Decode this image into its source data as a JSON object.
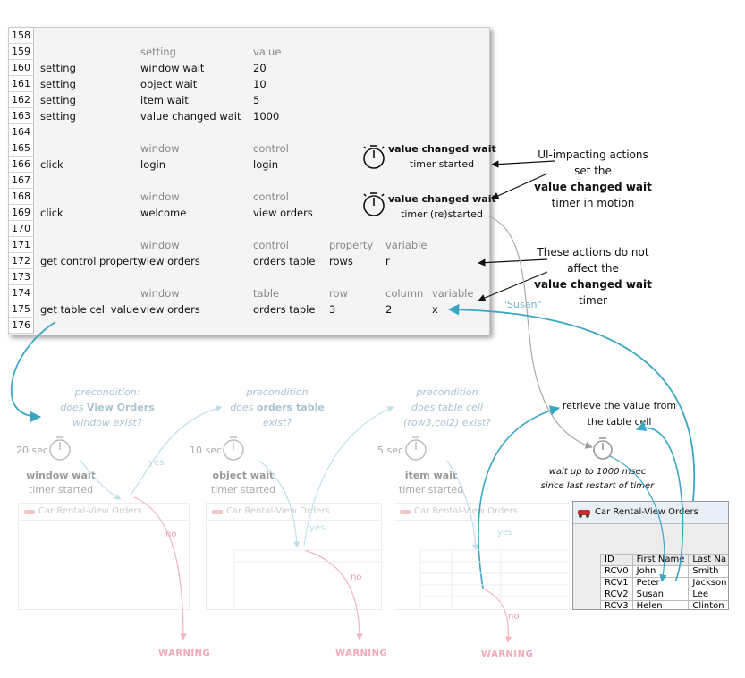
{
  "rows": [
    {
      "n": "158",
      "cells": []
    },
    {
      "n": "159",
      "cells": [
        {
          "c": "b",
          "t": "setting",
          "h": true
        },
        {
          "c": "c",
          "t": "value",
          "h": true
        }
      ]
    },
    {
      "n": "160",
      "cells": [
        {
          "c": "a",
          "t": "setting"
        },
        {
          "c": "b",
          "t": "window wait"
        },
        {
          "c": "c",
          "t": "20"
        }
      ]
    },
    {
      "n": "161",
      "cells": [
        {
          "c": "a",
          "t": "setting"
        },
        {
          "c": "b",
          "t": "object wait"
        },
        {
          "c": "c",
          "t": "10"
        }
      ]
    },
    {
      "n": "162",
      "cells": [
        {
          "c": "a",
          "t": "setting"
        },
        {
          "c": "b",
          "t": "item wait"
        },
        {
          "c": "c",
          "t": "5"
        }
      ]
    },
    {
      "n": "163",
      "cells": [
        {
          "c": "a",
          "t": "setting"
        },
        {
          "c": "b",
          "t": "value changed wait"
        },
        {
          "c": "c",
          "t": "1000"
        }
      ]
    },
    {
      "n": "164",
      "cells": []
    },
    {
      "n": "165",
      "cells": [
        {
          "c": "b",
          "t": "window",
          "h": true
        },
        {
          "c": "c",
          "t": "control",
          "h": true
        }
      ]
    },
    {
      "n": "166",
      "cells": [
        {
          "c": "a",
          "t": "click"
        },
        {
          "c": "b",
          "t": "login"
        },
        {
          "c": "c",
          "t": "login"
        }
      ]
    },
    {
      "n": "167",
      "cells": []
    },
    {
      "n": "168",
      "cells": [
        {
          "c": "b",
          "t": "window",
          "h": true
        },
        {
          "c": "c",
          "t": "control",
          "h": true
        }
      ]
    },
    {
      "n": "169",
      "cells": [
        {
          "c": "a",
          "t": "click"
        },
        {
          "c": "b",
          "t": "welcome"
        },
        {
          "c": "c",
          "t": "view orders"
        }
      ]
    },
    {
      "n": "170",
      "cells": []
    },
    {
      "n": "171",
      "cells": [
        {
          "c": "b",
          "t": "window",
          "h": true
        },
        {
          "c": "c",
          "t": "control",
          "h": true
        },
        {
          "c": "d",
          "t": "property",
          "h": true
        },
        {
          "c": "e",
          "t": "variable",
          "h": true
        }
      ]
    },
    {
      "n": "172",
      "cells": [
        {
          "c": "a",
          "t": "get control property"
        },
        {
          "c": "b",
          "t": "view orders"
        },
        {
          "c": "c",
          "t": "orders table"
        },
        {
          "c": "d",
          "t": "rows"
        },
        {
          "c": "e",
          "t": "r"
        }
      ]
    },
    {
      "n": "173",
      "cells": []
    },
    {
      "n": "174",
      "cells": [
        {
          "c": "b",
          "t": "window",
          "h": true
        },
        {
          "c": "c",
          "t": "table",
          "h": true
        },
        {
          "c": "d",
          "t": "row",
          "h": true
        },
        {
          "c": "e",
          "t": "column",
          "h": true
        },
        {
          "c": "f",
          "t": "variable",
          "h": true
        }
      ]
    },
    {
      "n": "175",
      "cells": [
        {
          "c": "a",
          "t": "get table cell value"
        },
        {
          "c": "b",
          "t": "view orders"
        },
        {
          "c": "c",
          "t": "orders table"
        },
        {
          "c": "d",
          "t": "3"
        },
        {
          "c": "e",
          "t": "2"
        },
        {
          "c": "f",
          "t": "x"
        }
      ]
    },
    {
      "n": "176",
      "cells": []
    }
  ],
  "timer1": {
    "line1": "value changed wait",
    "line2": "timer started"
  },
  "timer2": {
    "line1": "value changed wait",
    "line2": "timer (re)started"
  },
  "note_ui": {
    "l1": "UI-impacting actions",
    "l2": "set the",
    "l3": "value changed wait",
    "l4": "timer in motion"
  },
  "note_noaffect": {
    "l1": "These actions do not",
    "l2": "affect the",
    "l3": "value changed wait",
    "l4": "timer"
  },
  "susan_label": "\"Susan\"",
  "pre1": {
    "l1": "precondition:",
    "l2a": "does ",
    "l2b": "View Orders",
    "l3": "window exist?"
  },
  "pre2": {
    "l1": "precondition",
    "l2a": "does ",
    "l2b": "orders table",
    "l3": "exist?"
  },
  "pre3": {
    "l1": "precondition",
    "l2": "does table cell",
    "l3": "(row3,col2) exist?"
  },
  "retrieve": {
    "l1": "retrieve the value from",
    "l2": "the table cell"
  },
  "wait_note": {
    "l1": "wait up to 1000 msec",
    "l2": "since last restart of timer"
  },
  "waits": [
    {
      "sec": "20 sec",
      "l1": "window wait",
      "l2": "timer started"
    },
    {
      "sec": "10 sec",
      "l1": "object wait",
      "l2": "timer started"
    },
    {
      "sec": "5 sec",
      "l1": "item wait",
      "l2": "timer started"
    }
  ],
  "yes": "yes",
  "no": "no",
  "warning": "WARNING",
  "window_title": "Car Rental-View Orders",
  "table": {
    "headers": [
      "ID",
      "First Name",
      "Last Na"
    ],
    "rows": [
      [
        "RCV0",
        "John",
        "Smith"
      ],
      [
        "RCV1",
        "Peter",
        "Jackson"
      ],
      [
        "RCV2",
        "Susan",
        "Lee"
      ],
      [
        "RCV3",
        "Helen",
        "Clinton"
      ]
    ]
  }
}
